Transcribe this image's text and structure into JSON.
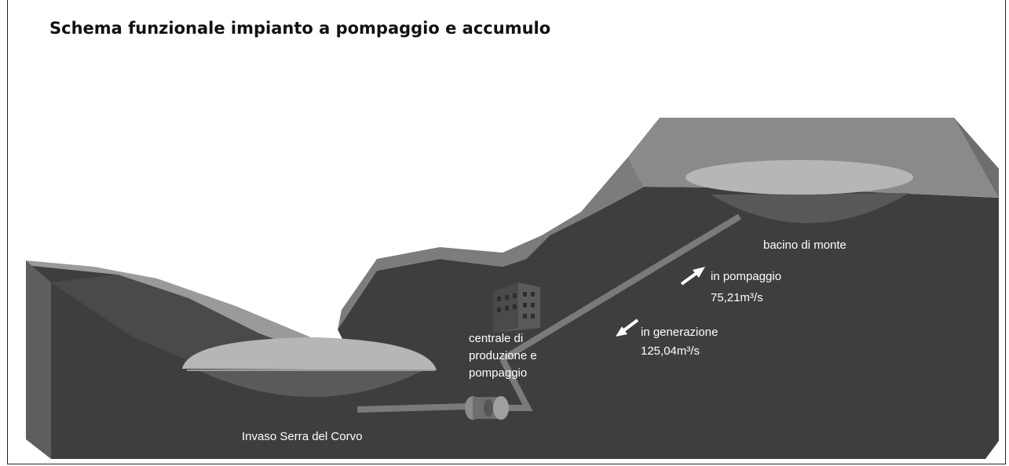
{
  "title": "Schema funzionale impianto a pompaggio e accumulo",
  "labels": {
    "upper_reservoir": "bacino di monte",
    "pumping_line1": "in pompaggio",
    "pumping_line2": "75,21m³/s",
    "generation_line1": "in generazione",
    "generation_line2": "125,04m³/s",
    "plant_line1": "centrale di",
    "plant_line2": "produzione e",
    "plant_line3": "pompaggio",
    "lower_reservoir": "Invaso Serra del Corvo"
  },
  "colors": {
    "terrain_top": "#8a8a8a",
    "terrain_front": "#3e3e3e",
    "terrain_side": "#5c5c5c",
    "water": "#b6b6b6",
    "label_text": "#ffffff"
  }
}
